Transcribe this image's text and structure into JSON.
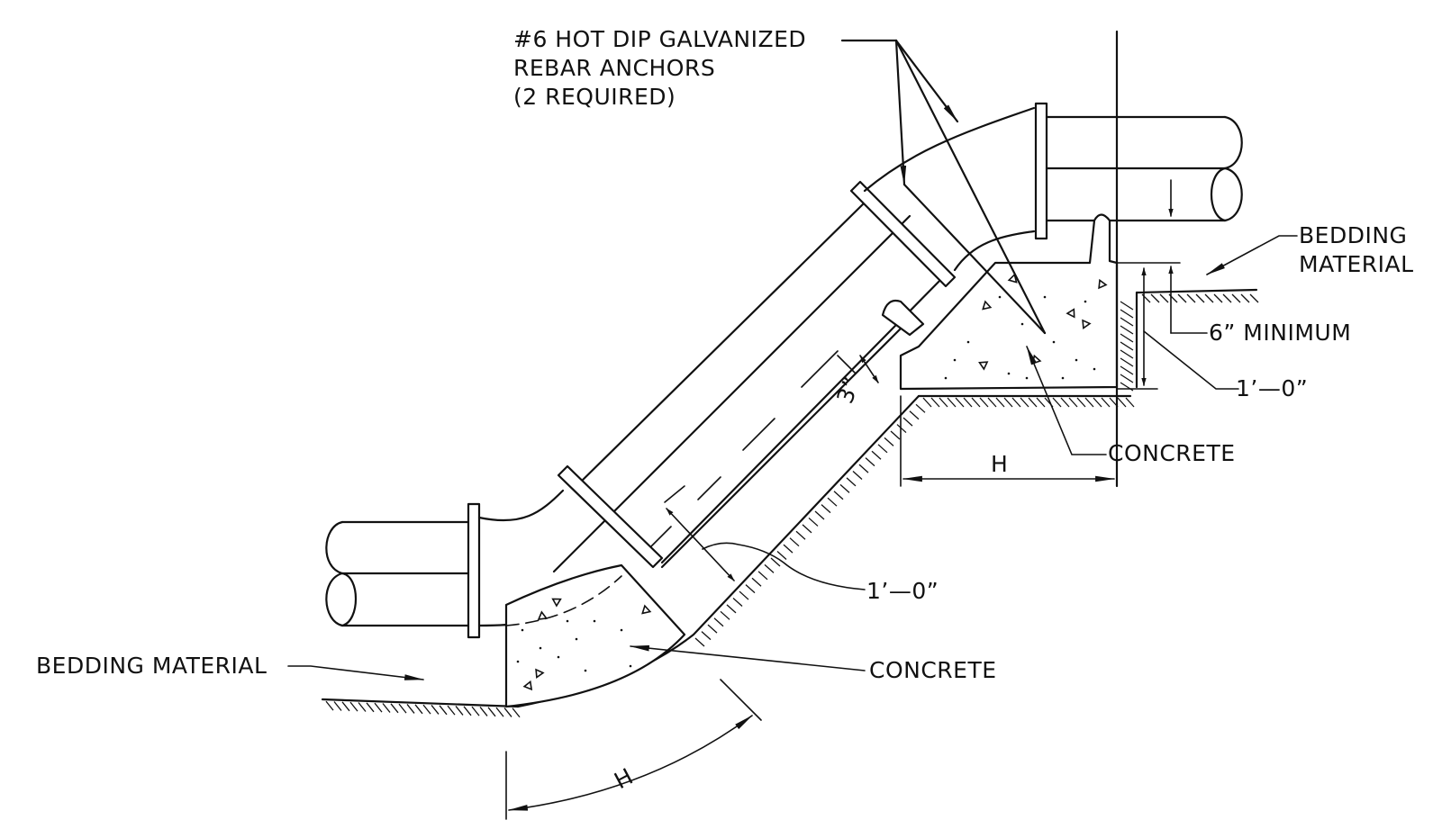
{
  "labels": {
    "rebar_line1": "#6 HOT DIP GALVANIZED",
    "rebar_line2": "REBAR ANCHORS",
    "rebar_line3": "(2 REQUIRED)",
    "bedding_right_line1": "BEDDING",
    "bedding_right_line2": "MATERIAL",
    "six_in_min": "6”  MINIMUM",
    "one_foot_upper": "1’—0”",
    "three_in": "3”",
    "concrete_upper": "CONCRETE",
    "h_upper": "H",
    "one_foot_lower": "1’—0”",
    "bedding_left": "BEDDING MATERIAL",
    "concrete_lower": "CONCRETE",
    "h_lower": "H"
  },
  "icons": {
    "leader_arrow": "arrowhead",
    "concrete_symbol": "triangle-aggregate",
    "soil_symbol": "diagonal-hatch"
  },
  "colors": {
    "line": "#111111",
    "background": "#ffffff"
  }
}
